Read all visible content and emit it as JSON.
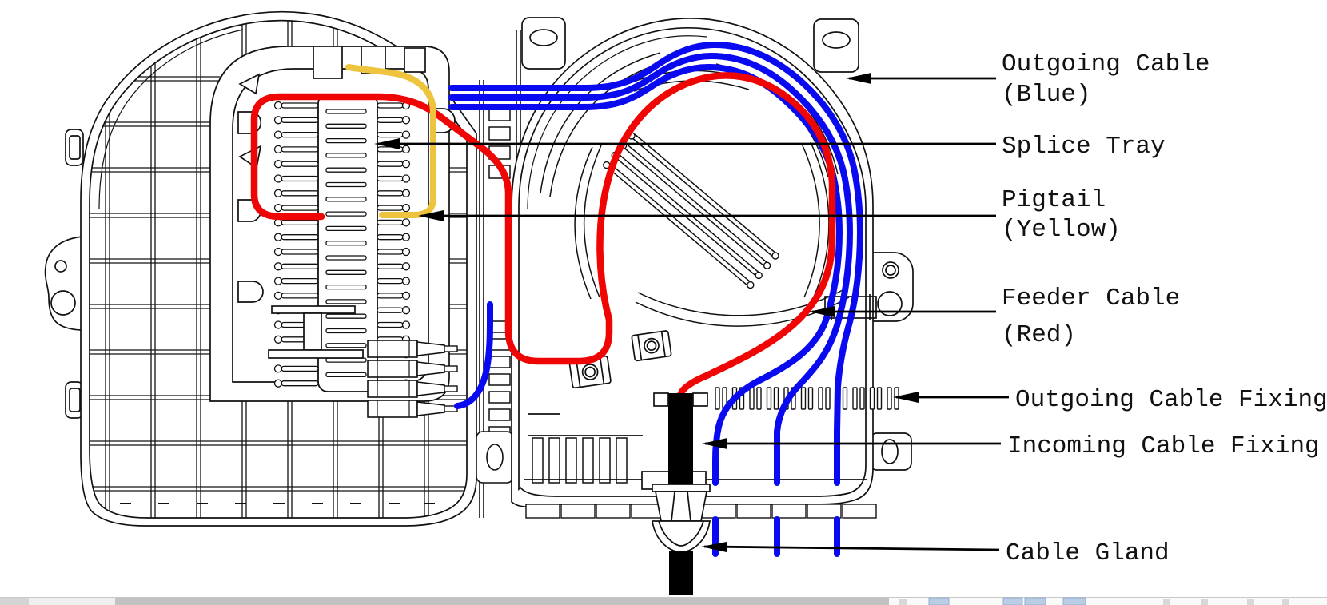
{
  "figure": {
    "type": "technical-line-drawing",
    "subject": "Fiber optic termination box, open view with cable routing",
    "labels": {
      "outgoing_cable": {
        "line1": "Outgoing Cable",
        "line2": "(Blue)"
      },
      "splice_tray": {
        "line1": "Splice Tray"
      },
      "pigtail": {
        "line1": "Pigtail",
        "line2": "(Yellow)"
      },
      "feeder_cable": {
        "line1": "Feeder Cable",
        "line2": "(Red)"
      },
      "outgoing_cable_fixing": {
        "line1": "Outgoing Cable Fixing"
      },
      "incoming_cable_fixing": {
        "line1": "Incoming Cable Fixing"
      },
      "cable_gland": {
        "line1": "Cable Gland"
      }
    },
    "colors": {
      "outgoing_cable_blue": "#0a0af0",
      "feeder_cable_red": "#f00505",
      "pigtail_yellow": "#eec43f",
      "incoming_cable_black": "#000000",
      "drawing_line": "#111111",
      "background": "#ffffff"
    }
  },
  "bottom_strip": {
    "description": "partially visible UI strip at bottom edge",
    "base_color": "#fafafa",
    "gray_segment_color": "#c2c2c2",
    "light_segment_color": "#efefef",
    "cell_color": "#b9cde5"
  }
}
